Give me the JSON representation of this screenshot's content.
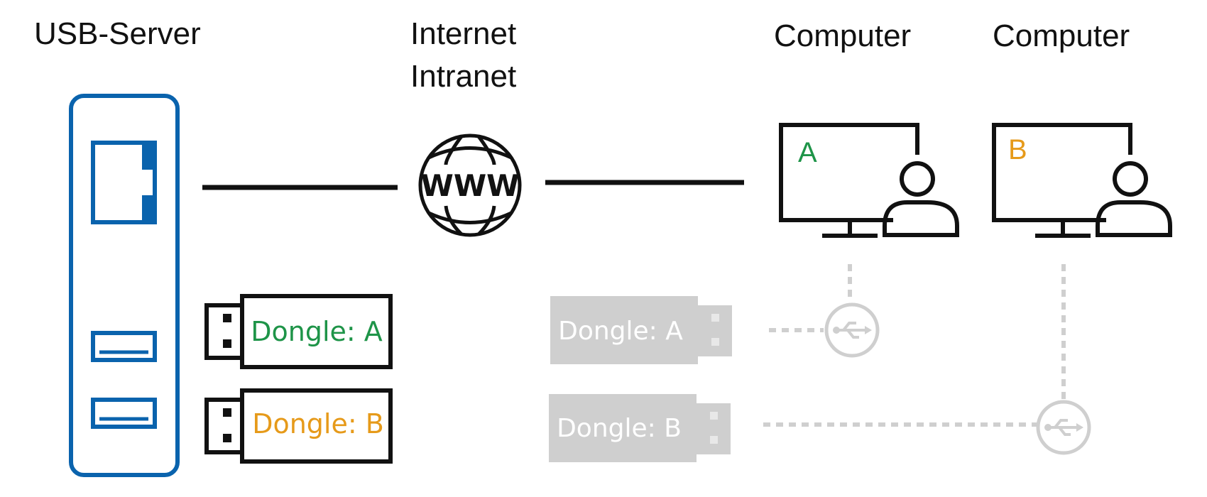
{
  "colors": {
    "server_blue": "#0a63ad",
    "line_black": "#111111",
    "dongle_a": "#1e9448",
    "dongle_b": "#e69a1a",
    "ghost_gray": "#cfcfcf",
    "ghost_text": "#ffffff"
  },
  "labels": {
    "usb_server": "USB-Server",
    "internet_line1": "Internet",
    "internet_line2": "Intranet",
    "computer_a_title": "Computer",
    "computer_b_title": "Computer",
    "www": "WWW"
  },
  "server": {
    "ports": [
      "ethernet-port",
      "usb-port-1",
      "usb-port-2"
    ],
    "dongles": [
      {
        "label": "Dongle: A",
        "color_key": "dongle_a"
      },
      {
        "label": "Dongle: B",
        "color_key": "dongle_b"
      }
    ]
  },
  "computers": [
    {
      "letter": "A",
      "color_key": "dongle_a"
    },
    {
      "letter": "B",
      "color_key": "dongle_b"
    }
  ],
  "virtual_dongles": [
    {
      "label": "Dongle: A"
    },
    {
      "label": "Dongle: B"
    }
  ],
  "icons": [
    "globe-www-icon",
    "monitor-icon",
    "user-icon",
    "usb-symbol-icon",
    "usb-stick-icon"
  ]
}
